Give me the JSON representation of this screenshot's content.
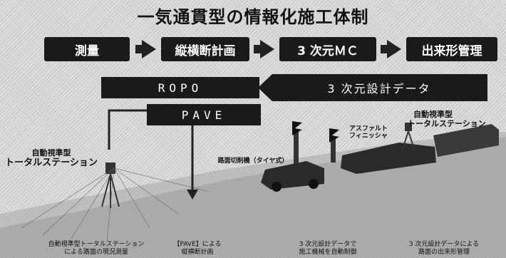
{
  "title": "一気通貫型の情報化施工体制",
  "steps": [
    "測量",
    "縦横断計画",
    "3 次元ＭＣ",
    "出来形管理"
  ],
  "row_boxes": {
    "ropo": "ROPO",
    "design_data": "3 次元設計データ",
    "pave": "PAVE"
  },
  "labels": {
    "station_left": [
      "自動視準型",
      "トータルステーション"
    ],
    "station_right": [
      "自動視準型",
      "トータルステーション"
    ],
    "cutter": "路面切削機（タイヤ式）",
    "finisher": [
      "アスファルト",
      "フィニッシャ"
    ]
  },
  "captions": [
    [
      "自動視準型トータルステーション",
      "による路面の現況測量"
    ],
    [
      "【PAVE】による",
      "縦横断計画"
    ],
    [
      "3 次元設計データで",
      "施工機械を自動制御"
    ],
    [
      "3 次元設計データによる",
      "路面の出来形管理"
    ]
  ],
  "colors": {
    "box": "#1a1a1a",
    "background": "#d9d9d9"
  }
}
